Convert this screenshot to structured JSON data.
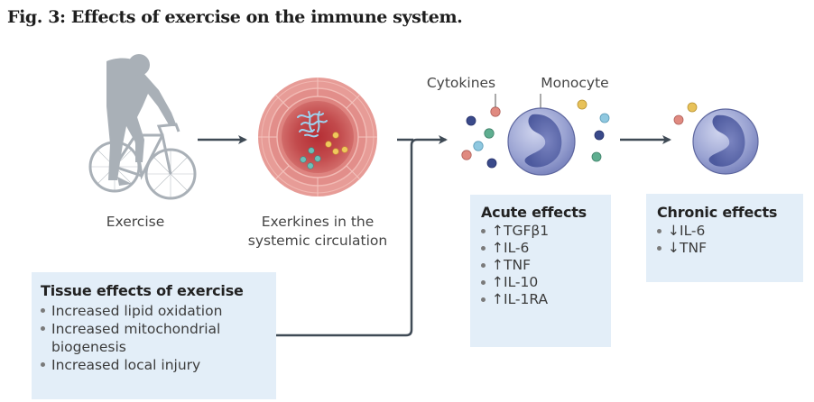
{
  "figure": {
    "title": "Fig. 3: Effects of exercise on the immune system."
  },
  "panels": {
    "exercise": {
      "label": "Exercise",
      "icon": "cyclist-icon"
    },
    "circulation": {
      "label_line1": "Exerkines in the",
      "label_line2": "systemic circulation",
      "icon": "blood-vessel-icon"
    },
    "cytokines_label": "Cytokines",
    "monocyte_label": "Monocyte"
  },
  "acute_effects": {
    "title": "Acute effects",
    "items": [
      {
        "arrow": "↑",
        "text": "TGFβ1"
      },
      {
        "arrow": "↑",
        "text": "IL-6"
      },
      {
        "arrow": "↑",
        "text": "TNF"
      },
      {
        "arrow": "↑",
        "text": "IL-10"
      },
      {
        "arrow": "↑",
        "text": "IL-1RA"
      }
    ]
  },
  "chronic_effects": {
    "title": "Chronic effects",
    "items": [
      {
        "arrow": "↓",
        "text": "IL-6"
      },
      {
        "arrow": "↓",
        "text": "TNF"
      }
    ]
  },
  "tissue_effects": {
    "title": "Tissue effects of exercise",
    "items": [
      {
        "line1": "Increased lipid oxidation",
        "line2": ""
      },
      {
        "line1": "Increased mitochondrial",
        "line2": "biogenesis"
      },
      {
        "line1": "Increased local injury",
        "line2": ""
      }
    ]
  },
  "colors": {
    "arrow": "#3f4a55",
    "box_fill": "#e3eef8",
    "cyclist": "#a9b0b7",
    "vessel_outer": "#e69a96",
    "vessel_inner": "#b8383c",
    "monocyte": "#8b95c9",
    "monocyte_nucleus": "#5a66a8",
    "cytokine_navy": "#3a4a8a",
    "cytokine_pink": "#e08a80",
    "cytokine_green": "#5fae90",
    "cytokine_lightblue": "#8fc8e0",
    "cytokine_yellow": "#e8c25a"
  }
}
